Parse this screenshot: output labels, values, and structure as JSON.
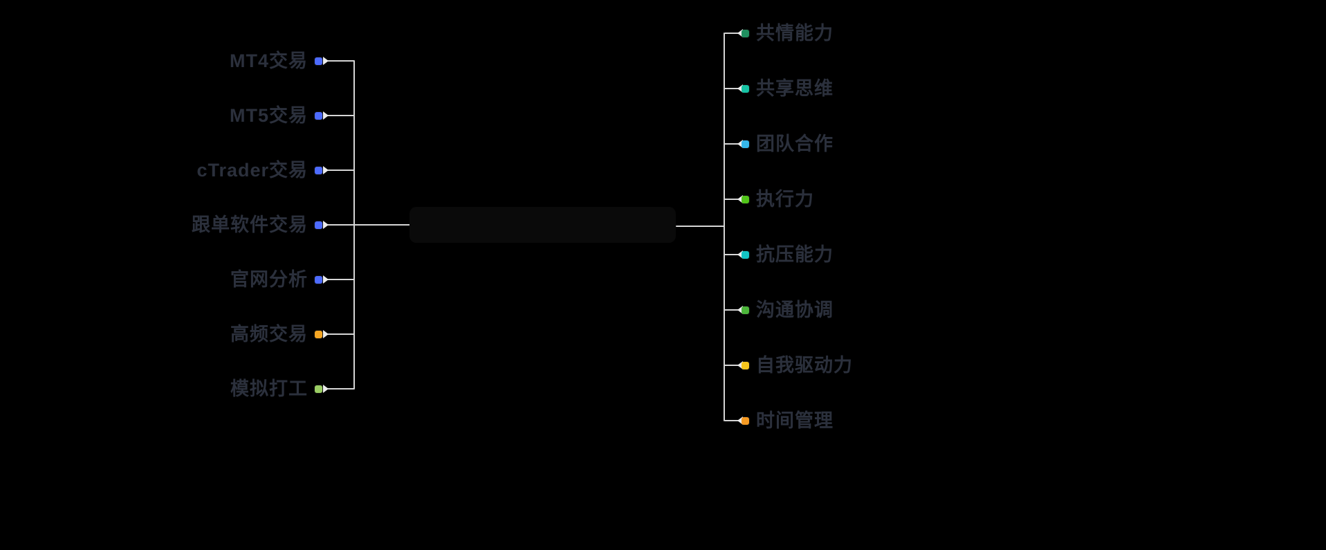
{
  "canvas": {
    "background": "#000000",
    "line_color": "#d6d6d6",
    "text_color": "#2b303c"
  },
  "central": {
    "label": ""
  },
  "left_branch": {
    "items": [
      {
        "label": "MT4交易",
        "color": "#4d6bfe"
      },
      {
        "label": "MT5交易",
        "color": "#4d6bfe"
      },
      {
        "label": "cTrader交易",
        "color": "#4d6bfe"
      },
      {
        "label": "跟单软件交易",
        "color": "#4d6bfe"
      },
      {
        "label": "官网分析",
        "color": "#4d6bfe"
      },
      {
        "label": "高频交易",
        "color": "#f5a623"
      },
      {
        "label": "模拟打工",
        "color": "#9acd63"
      }
    ]
  },
  "right_branch": {
    "items": [
      {
        "label": "共情能力",
        "color": "#1f8f5f"
      },
      {
        "label": "共享思维",
        "color": "#16c2a3"
      },
      {
        "label": "团队合作",
        "color": "#35b6e9"
      },
      {
        "label": "执行力",
        "color": "#52c41a"
      },
      {
        "label": "抗压能力",
        "color": "#13c2c2"
      },
      {
        "label": "沟通协调",
        "color": "#4cb53a"
      },
      {
        "label": "自我驱动力",
        "color": "#f7c61d"
      },
      {
        "label": "时间管理",
        "color": "#f59a23"
      }
    ]
  }
}
